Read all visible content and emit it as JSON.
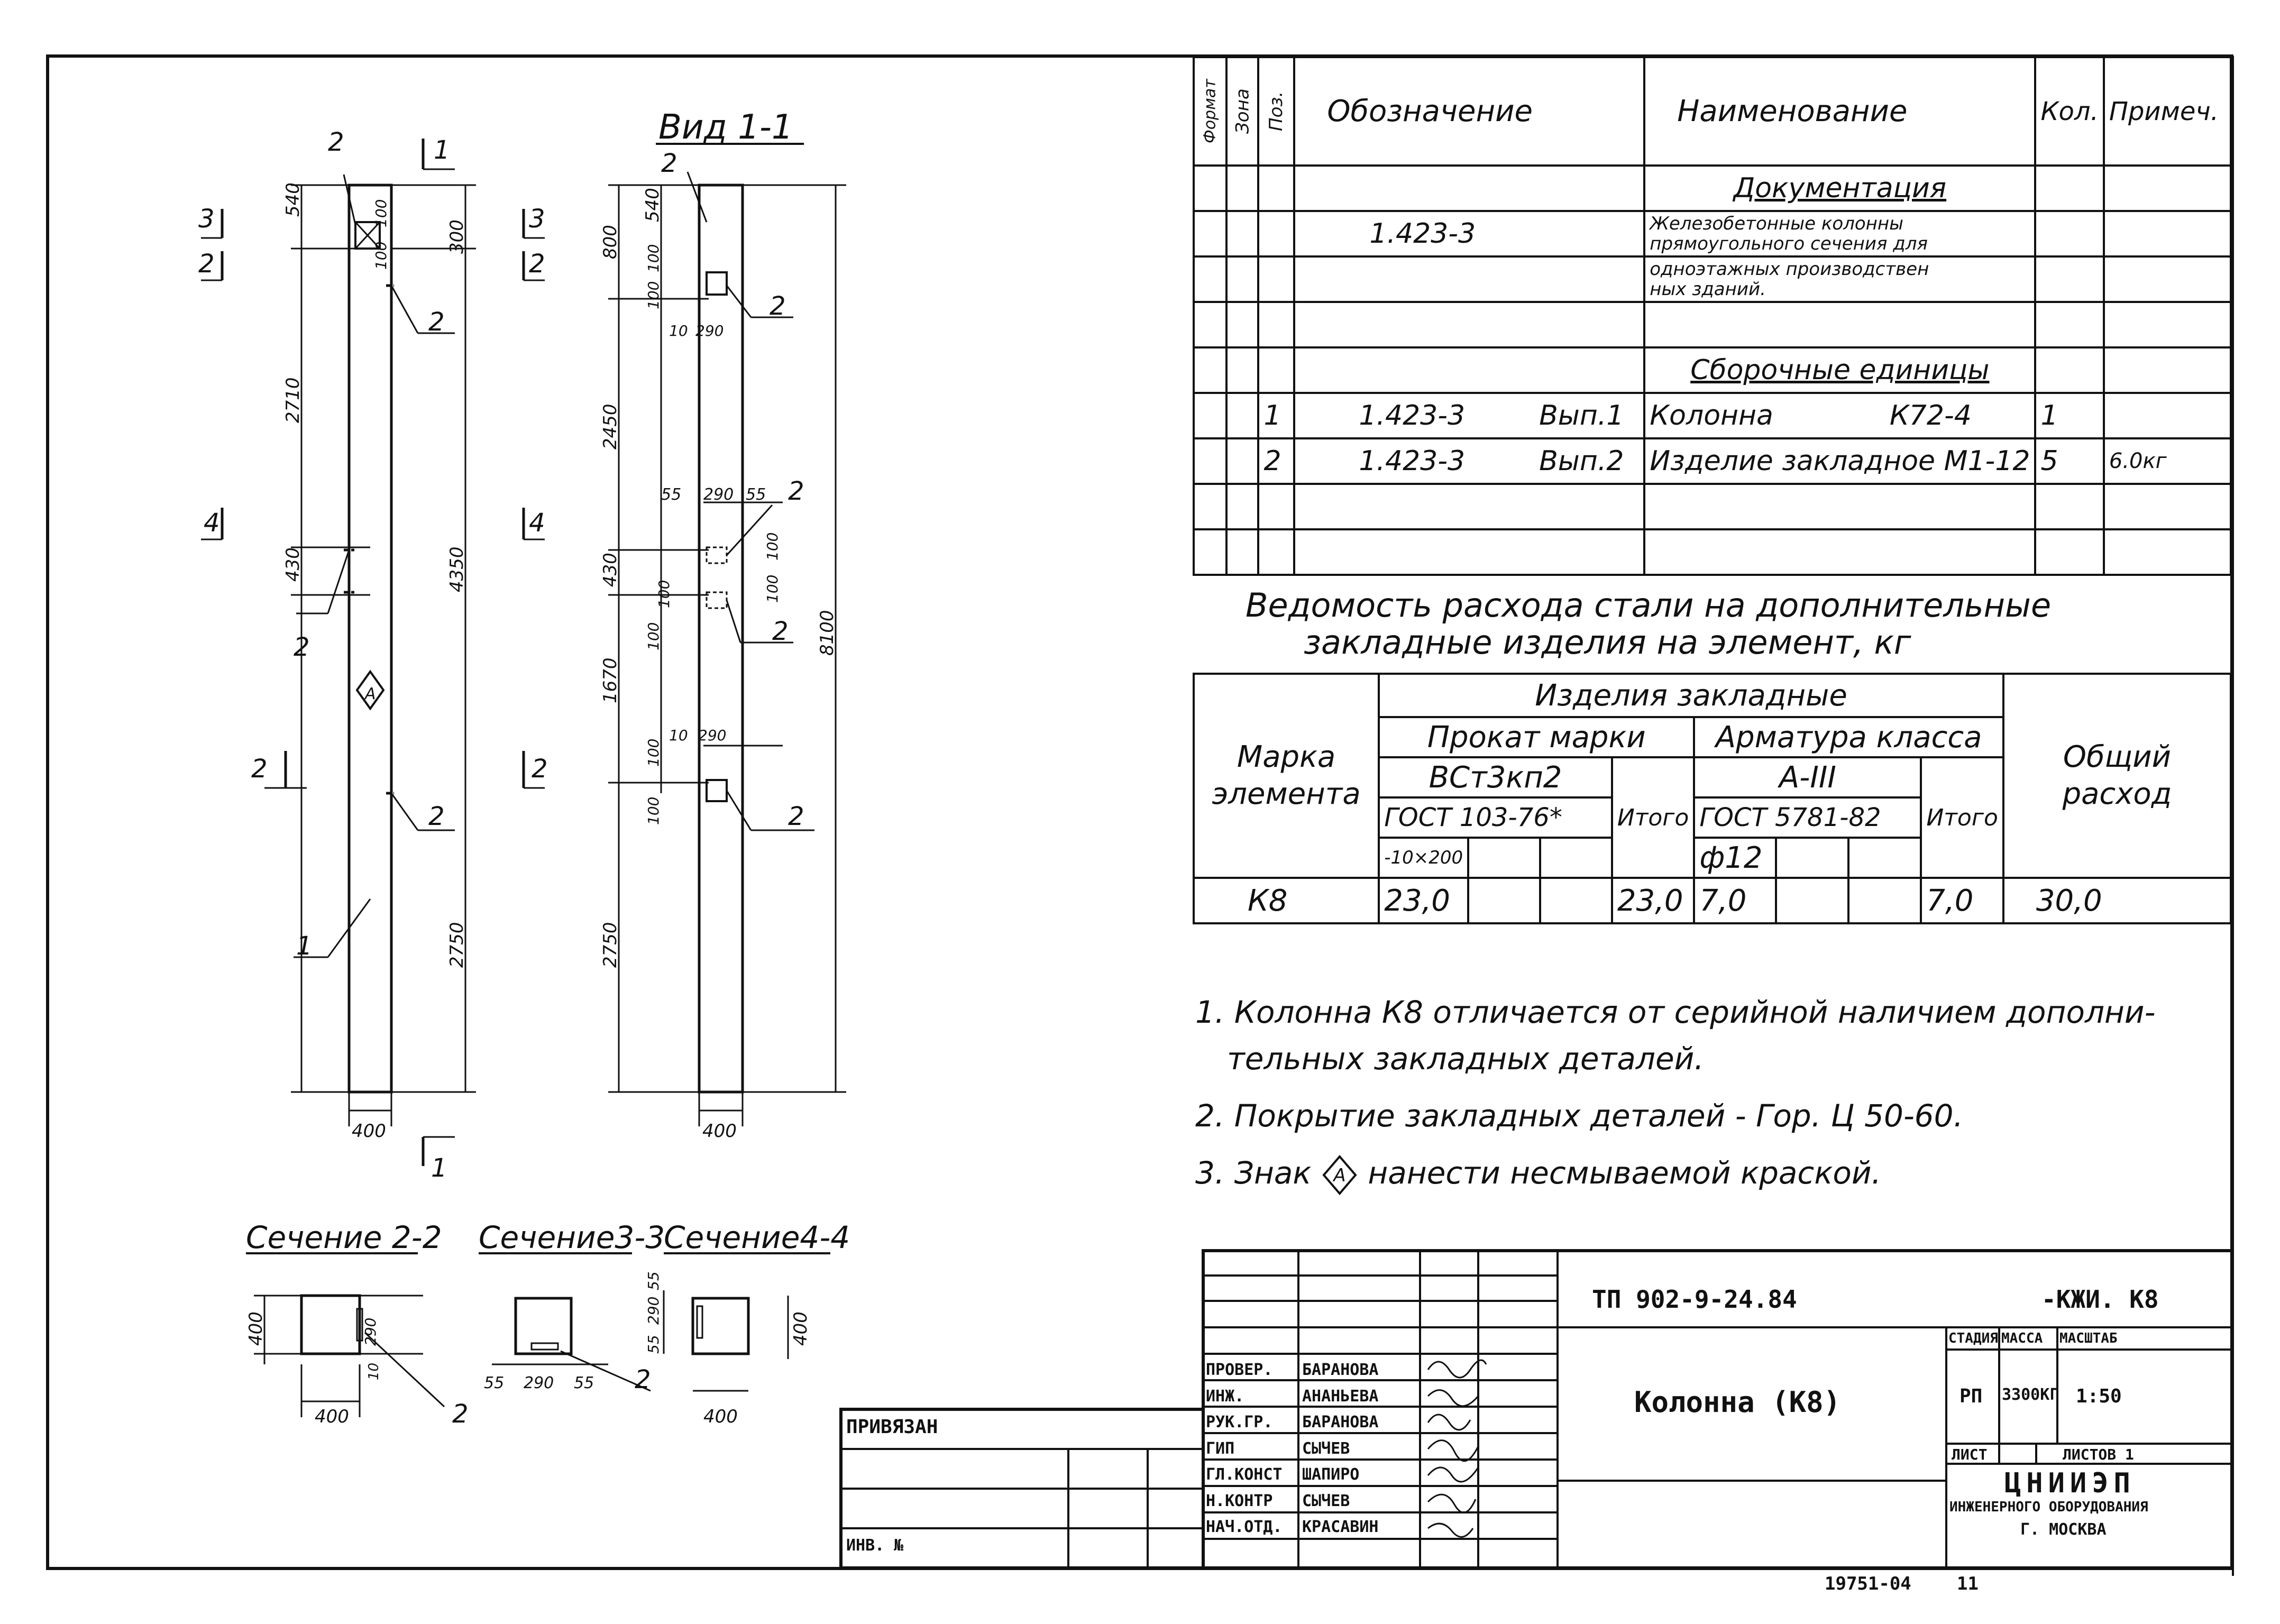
{
  "spec_table": {
    "headers": [
      "Формат",
      "Зона",
      "Поз.",
      "Обозначение",
      "Наименование",
      "Кол.",
      "Примеч."
    ],
    "section_docs": "Документация",
    "doc_designation": "1.423-3",
    "doc_name_lines": [
      "Железобетонные колонны",
      "прямоугольного сечения для",
      "одноэтажных производствен",
      "ных зданий."
    ],
    "section_assemblies": "Сборочные единицы",
    "rows": [
      {
        "pos": "1",
        "designation": "1.423-3",
        "issue": "Вып.1",
        "name": "Колонна",
        "mark": "К72-4",
        "qty": "1",
        "note": ""
      },
      {
        "pos": "2",
        "designation": "1.423-3",
        "issue": "Вып.2",
        "name": "Изделие закладное М1-12",
        "mark": "",
        "qty": "5",
        "note": "6.0кг"
      }
    ]
  },
  "steel": {
    "title_line1": "Ведомость расхода стали на дополнительные",
    "title_line2": "закладные изделия на элемент, кг",
    "col_element": [
      "Марка",
      "элемента"
    ],
    "group_title": "Изделия закладные",
    "rolled_title": "Прокат марки",
    "rolled_grade": "ВСт3кп2",
    "rolled_gost": "ГОСТ 103-76*",
    "rolled_size": "-10×200",
    "rebar_title": "Арматура класса",
    "rebar_class": "А-III",
    "rebar_gost": "ГОСТ 5781-82",
    "rebar_size": "ф12",
    "total_label": "Итого",
    "overall": [
      "Общий",
      "расход"
    ],
    "row": {
      "mark": "К8",
      "rolled": "23,0",
      "rolled_total": "23,0",
      "rebar": "7,0",
      "rebar_total": "7,0",
      "overall": "30,0"
    }
  },
  "notes": [
    "1. Колонна К8 отличается от серийной наличием дополни-",
    "тельных закладных деталей.",
    "2. Покрытие закладных деталей - Гор. Ц 50-60.",
    "3. Знак",
    "нанести несмываемой краской."
  ],
  "note_sign": "А",
  "drawing": {
    "view_title": "Вид 1-1",
    "sections": [
      "Сечение 2-2",
      "Сечение3-3",
      "Сечение4-4"
    ],
    "cut_labels": [
      "1",
      "1",
      "3",
      "3",
      "2",
      "2",
      "4",
      "4",
      "2",
      "2"
    ],
    "front_dims_left": [
      "540",
      "2710",
      "430",
      "2750",
      "400"
    ],
    "front_dims_right": [
      "100",
      "100",
      "300",
      "4350",
      "400"
    ],
    "side_dims_left": [
      "800",
      "540",
      "100",
      "100",
      "10",
      "290",
      "2450",
      "430",
      "100",
      "100",
      "1670",
      "10",
      "290",
      "100",
      "100",
      "2750"
    ],
    "side_dims_right": [
      "55",
      "290",
      "55",
      "100",
      "100",
      "8100",
      "400"
    ],
    "section_dims": [
      "400",
      "400",
      "290",
      "10",
      "55",
      "290",
      "55",
      "55",
      "290",
      "55",
      "400",
      "400"
    ],
    "leaders": [
      "2",
      "2",
      "2",
      "2",
      "2",
      "1",
      "2",
      "2",
      "2",
      "2",
      "2",
      "2"
    ],
    "sign": "А"
  },
  "title_block": {
    "doc_code": "ТП 902-9-24.84",
    "sheet_code": "-КЖИ. К8",
    "title": "Колонна (К8)",
    "roles": [
      "ПРОВЕР.",
      "ИНЖ.",
      "РУК.ГР.",
      "ГИП",
      "ГЛ.КОНСТ",
      "Н.КОНТР",
      "НАЧ.ОТД."
    ],
    "names": [
      "БАРАНОВА",
      "АНАНЬЕВА",
      "БАРАНОВА",
      "СЫЧЕВ",
      "ШАПИРО",
      "СЫЧЕВ",
      "КРАСАВИН"
    ],
    "stage_label": "СТАДИЯ",
    "mass_label": "МАССА",
    "scale_label": "МАСШТАБ",
    "stage": "РП",
    "mass": "3300КГ",
    "scale": "1:50",
    "sheet_label": "ЛИСТ",
    "sheets_label": "ЛИСТОВ 1",
    "org_name": "ЦНИИЭП",
    "org_sub": "ИНЖЕНЕРНОГО ОБОРУДОВАНИЯ",
    "org_city": "Г. МОСКВА",
    "privyazan": "ПРИВЯЗАН",
    "inv": "ИНВ. №"
  },
  "footer": {
    "number": "19751-04",
    "page": "11"
  }
}
